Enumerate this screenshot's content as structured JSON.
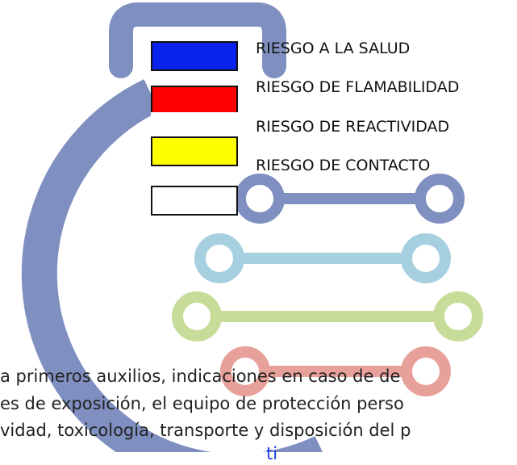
{
  "colors": {
    "salud": "#0a22ee",
    "flamabilidad": "#ff0000",
    "reactividad": "#ffffff",
    "contacto": "#ffff00",
    "especial": "#ffffff",
    "watermark_blue": "#7f8fc0",
    "watermark_lightblue": "#a6cfe0",
    "watermark_green": "#c8dc9a",
    "watermark_red": "#e8a09a",
    "link": "#1a3fe0"
  },
  "legend": {
    "items": [
      {
        "label": "RIESGO A LA SALUD"
      },
      {
        "label": "RIESGO DE FLAMABILIDAD"
      },
      {
        "label": "RIESGO DE REACTIVIDAD"
      },
      {
        "label": "RIESGO DE CONTACTO"
      }
    ]
  },
  "body_text": {
    "line1": "a primeros auxilios, indicaciones en caso de de",
    "line2": "es de exposición, el equipo de protección perso",
    "line3": "vidad, toxicología, transporte y disposición del p",
    "line4_a": "",
    "line4_link": "ti"
  }
}
